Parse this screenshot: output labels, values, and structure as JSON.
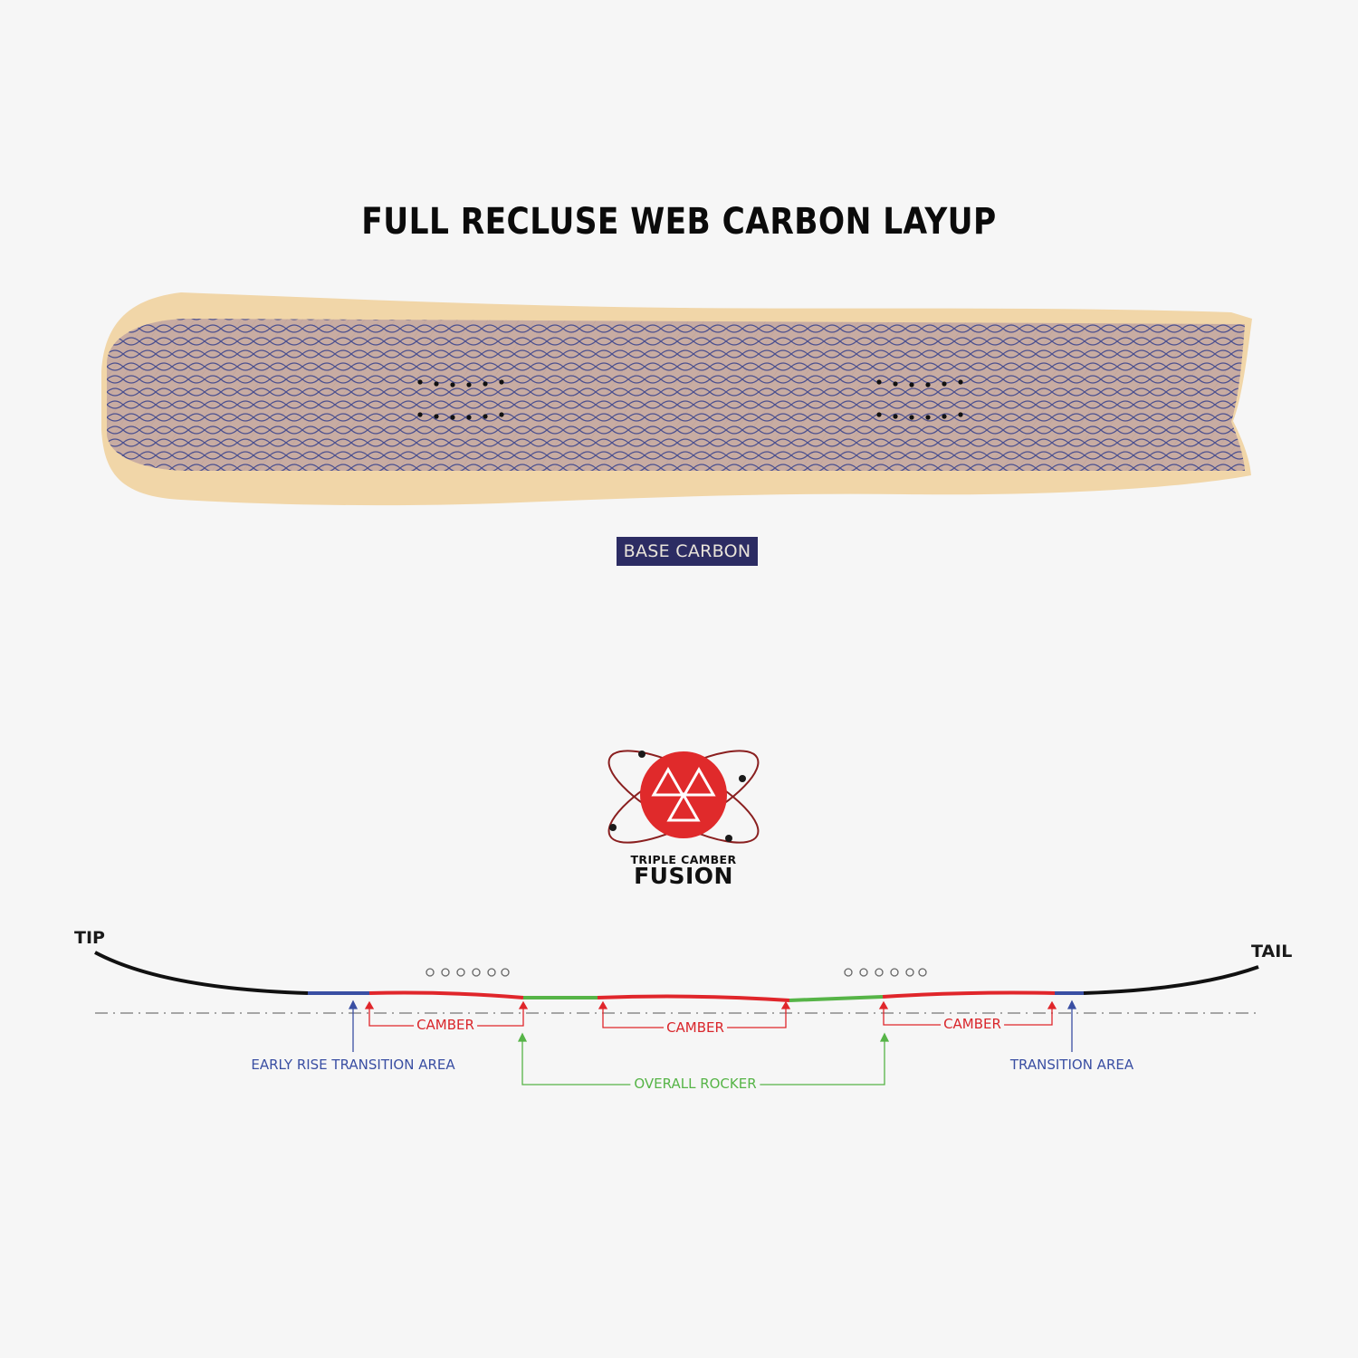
{
  "title": "FULL RECLUSE WEB CARBON LAYUP",
  "base_label": "BASE CARBON",
  "logo": {
    "line1": "TRIPLE CAMBER",
    "line2": "FUSION",
    "icon": "atom-triangles-icon",
    "color": "#e02a2b"
  },
  "profile": {
    "tip_label": "TIP",
    "tail_label": "TAIL",
    "camber_labels": [
      "CAMBER",
      "CAMBER",
      "CAMBER"
    ],
    "early_rise_label": "EARLY RISE TRANSITION AREA",
    "transition_label": "TRANSITION AREA",
    "rocker_label": "OVERALL ROCKER",
    "colors": {
      "rocker_ends": "#111111",
      "transition": "#3a4fa3",
      "camber": "#e0262b",
      "rocker": "#56b447"
    }
  },
  "colors": {
    "wood": "#f1d6a8",
    "carbon": "#c8aca2",
    "wave": "#4a4f8f",
    "label_bg": "#2c2c63"
  }
}
